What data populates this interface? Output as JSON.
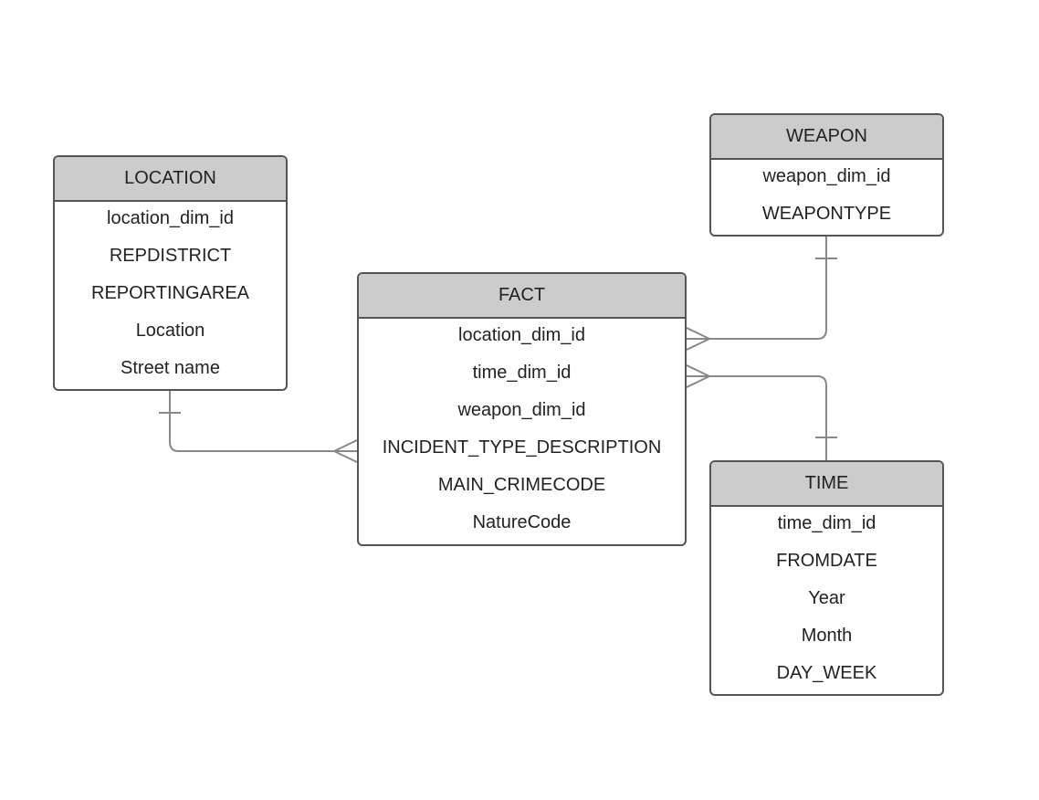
{
  "entities": {
    "location": {
      "title": "LOCATION",
      "fields": [
        "location_dim_id",
        "REPDISTRICT",
        "REPORTINGAREA",
        "Location",
        "Street name"
      ]
    },
    "fact": {
      "title": "FACT",
      "fields": [
        "location_dim_id",
        "time_dim_id",
        "weapon_dim_id",
        "INCIDENT_TYPE_DESCRIPTION",
        "MAIN_CRIMECODE",
        "NatureCode"
      ]
    },
    "weapon": {
      "title": "WEAPON",
      "fields": [
        "weapon_dim_id",
        "WEAPONTYPE"
      ]
    },
    "time": {
      "title": "TIME",
      "fields": [
        "time_dim_id",
        "FROMDATE",
        "Year",
        "Month",
        "DAY_WEEK"
      ]
    }
  },
  "relationships": [
    {
      "from": "location",
      "to": "fact",
      "from_cardinality": "one",
      "to_cardinality": "many"
    },
    {
      "from": "weapon",
      "to": "fact",
      "from_cardinality": "one",
      "to_cardinality": "many"
    },
    {
      "from": "time",
      "to": "fact",
      "from_cardinality": "one",
      "to_cardinality": "many"
    }
  ],
  "colors": {
    "header_fill": "#cccccc",
    "border": "#555555",
    "connector": "#888888",
    "text": "#222222"
  }
}
